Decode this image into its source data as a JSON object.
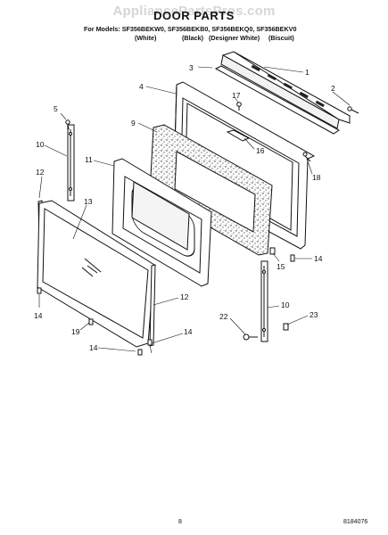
{
  "header": {
    "watermark": "AppliancePartsPros.com",
    "title": "DOOR PARTS",
    "models_line": "For Models: SF356BEKW0, SF356BEKB0, SF356BEKQ0, SF356BEKV0",
    "variants": [
      "(White)",
      "(Black)",
      "(Designer White)",
      "(Biscuit)"
    ]
  },
  "callouts": [
    "1",
    "2",
    "3",
    "4",
    "5",
    "9",
    "10",
    "11",
    "12",
    "13",
    "14",
    "15",
    "16",
    "17",
    "18",
    "19",
    "22",
    "23"
  ],
  "footer": {
    "page": "8",
    "doc_number": "8184076"
  }
}
